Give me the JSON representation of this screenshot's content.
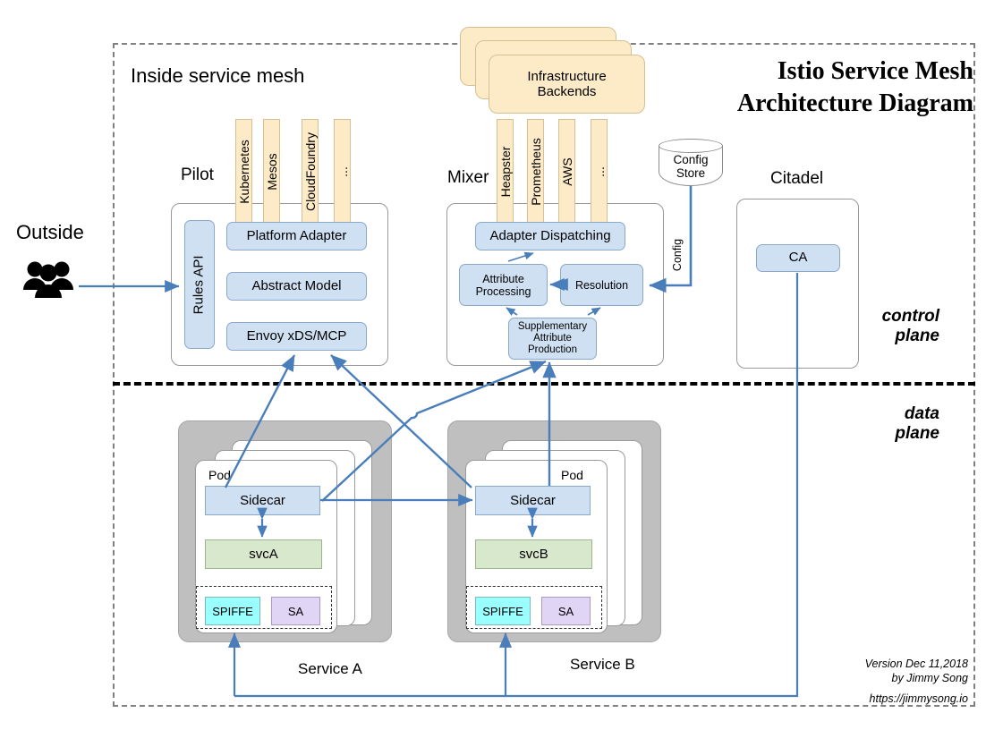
{
  "title": {
    "line1": "Istio Service Mesh",
    "line2": "Architecture Diagram"
  },
  "frame": {
    "mesh_label": "Inside service mesh",
    "control_plane_label": "control\nplane",
    "data_plane_label": "data\nplane"
  },
  "outside": {
    "label": "Outside",
    "icon": "people-icon"
  },
  "pilot": {
    "title": "Pilot",
    "rules_api": "Rules API",
    "nodes": [
      "Platform Adapter",
      "Abstract Model",
      "Envoy xDS/MCP"
    ],
    "adapters": [
      "Kubernetes",
      "Mesos",
      "CloudFoundry",
      "..."
    ]
  },
  "mixer": {
    "title": "Mixer",
    "adapters": [
      "Heapster",
      "Prometheus",
      "AWS",
      "..."
    ],
    "dispatching": "Adapter Dispatching",
    "attribute_processing": "Attribute\nProcessing",
    "resolution": "Resolution",
    "supplementary": "Supplementary\nAttribute\nProduction"
  },
  "backends": {
    "label": "Infrastructure\nBackends"
  },
  "config_store": {
    "label": "Config\nStore",
    "edge_label": "Config"
  },
  "citadel": {
    "title": "Citadel",
    "ca": "CA"
  },
  "services": [
    {
      "name": "Service A",
      "pod_label": "Pod",
      "sidecar": "Sidecar",
      "svc": "svcA",
      "spiffe": "SPIFFE",
      "sa": "SA"
    },
    {
      "name": "Service B",
      "pod_label": "Pod",
      "sidecar": "Sidecar",
      "svc": "svcB",
      "spiffe": "SPIFFE",
      "sa": "SA"
    }
  ],
  "footer": {
    "version": "Version Dec 11,2018",
    "author": "by Jimmy Song",
    "url": "https://jimmysong.io"
  },
  "colors": {
    "node_blue": "#cfe0f3",
    "node_green": "#d8e8cd",
    "node_cyan": "#99ffff",
    "node_purple": "#e1d5f5",
    "adapter_tan": "#fdebc8",
    "pod_grey": "#bfbfbf",
    "arrow_blue": "#4a7ebb",
    "frame_grey": "#808080"
  }
}
